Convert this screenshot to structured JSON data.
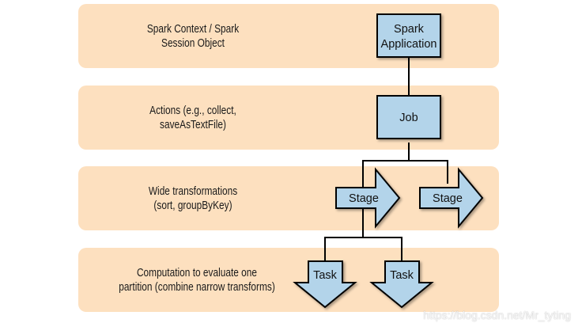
{
  "rows": [
    {
      "label_line1": "Spark Context / Spark",
      "label_line2": "Session Object"
    },
    {
      "label_line1": "Actions (e.g., collect,",
      "label_line2": "saveAsTextFile)"
    },
    {
      "label_line1": "Wide transformations",
      "label_line2": "(sort, groupByKey)"
    },
    {
      "label_line1": "Computation to evaluate one",
      "label_line2": "partition (combine narrow transforms)"
    }
  ],
  "nodes": {
    "application": {
      "line1": "Spark",
      "line2": "Application"
    },
    "job": {
      "label": "Job"
    },
    "stages": [
      {
        "label": "Stage"
      },
      {
        "label": "Stage"
      }
    ],
    "tasks": [
      {
        "label": "Task"
      },
      {
        "label": "Task"
      }
    ]
  },
  "colors": {
    "panel": "#fde0bf",
    "node_fill": "#b3d4ea",
    "stroke": "#000000"
  },
  "watermark": "https://blog.csdn.net/Mr_tyting"
}
